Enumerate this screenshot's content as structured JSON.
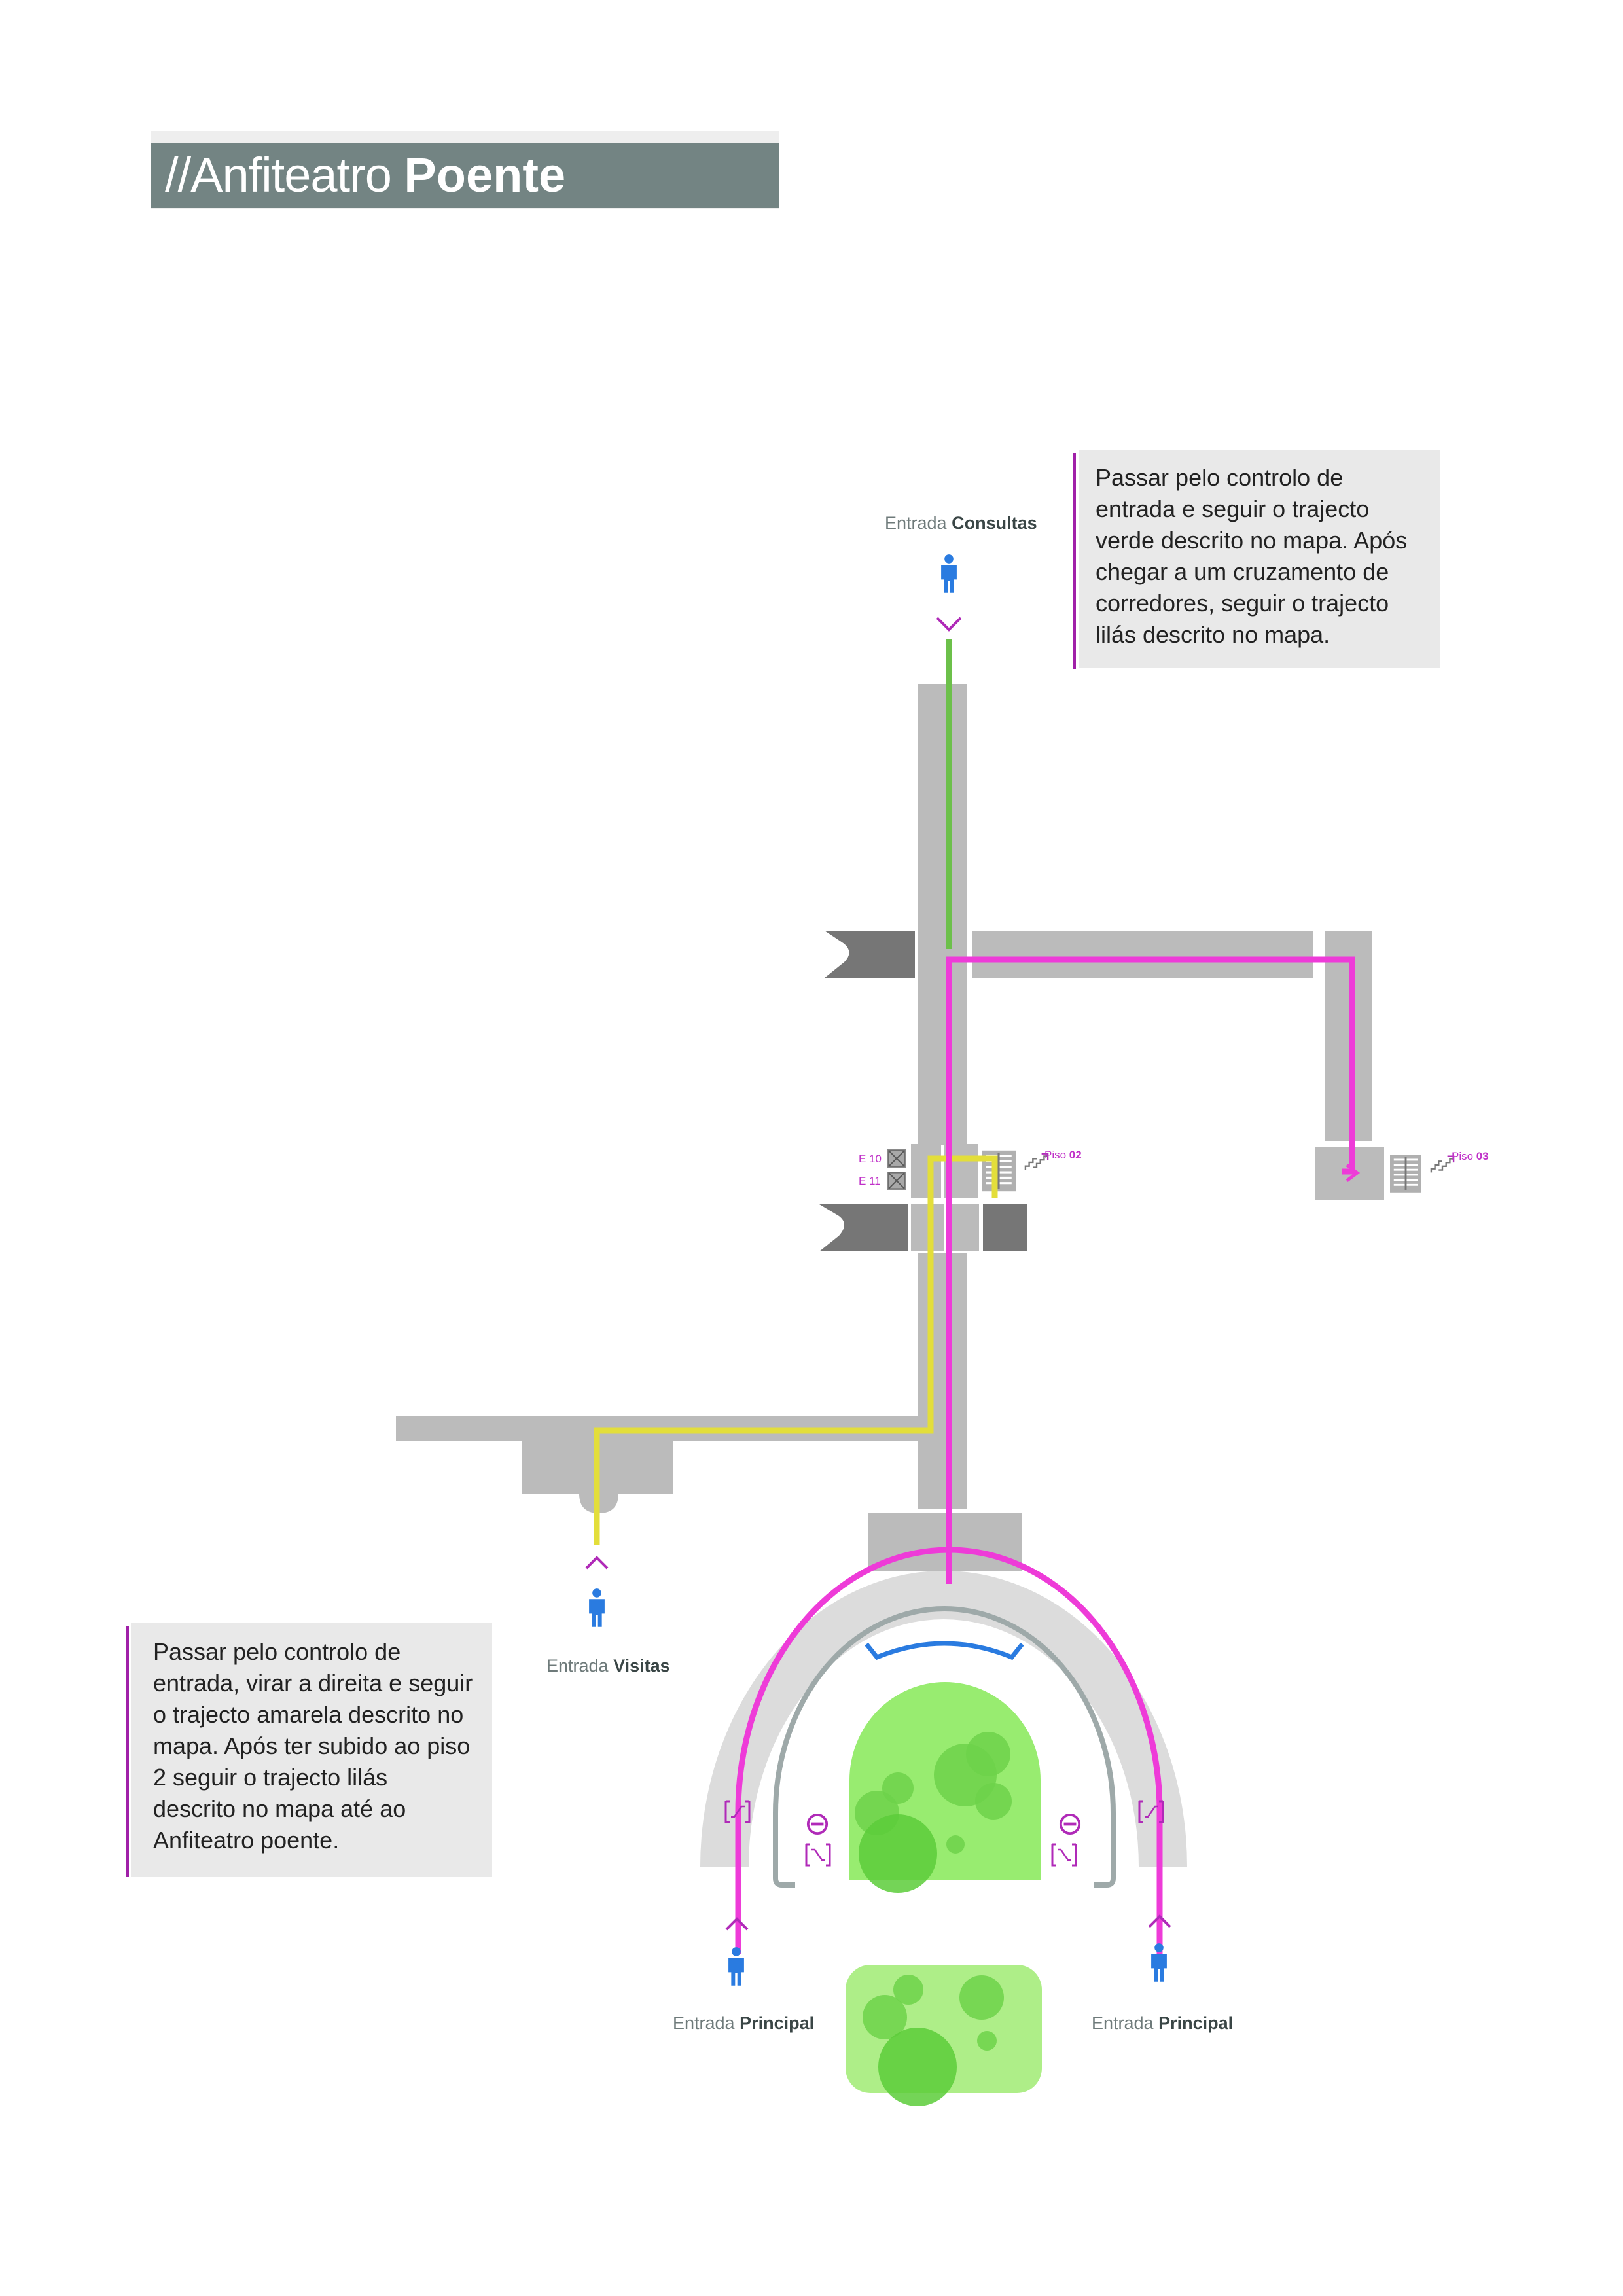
{
  "title": {
    "light": "//Anfiteatro ",
    "bold": "Poente"
  },
  "notes": {
    "top": "Passar pelo controlo de entrada e seguir o trajecto verde descrito no mapa. Após chegar a um cruzamento de corredores, seguir o trajecto lilás descrito no mapa.",
    "left": "Passar pelo controlo de entrada, virar a direita e seguir o trajecto amarela descrito no mapa. Após ter subido ao piso 2 seguir o trajecto lilás descrito no mapa até ao Anfiteatro poente."
  },
  "entrances": {
    "consultas": {
      "prefix": "Entrada ",
      "name": "Consultas"
    },
    "visitas": {
      "prefix": "Entrada ",
      "name": "Visitas"
    },
    "principal_left": {
      "prefix": "Entrada ",
      "name": "Principal"
    },
    "principal_right": {
      "prefix": "Entrada ",
      "name": "Principal"
    }
  },
  "floors": {
    "piso02": {
      "prefix": "Piso ",
      "num": "02"
    },
    "piso03": {
      "prefix": "Piso ",
      "num": "03"
    }
  },
  "elevators": {
    "e10": "E 10",
    "e11": "E 11"
  },
  "routes": {
    "green": "#6cc04a",
    "yellow": "#e3de3a",
    "lilac": "#ee3bd8"
  },
  "icons": {
    "person": "person-icon",
    "arrow": "chevron-icon",
    "stairs": "stairs-icon",
    "escalator": "escalator-icon",
    "elevator": "elevator-icon",
    "no-entry": "no-entry-icon"
  },
  "colors": {
    "corridor": "#bbbbbb",
    "dark_block": "#767676",
    "person": "#2a7be0",
    "label_gray": "#6e7a7a",
    "accent_purple": "#a020a8",
    "garden": "#98ec70"
  }
}
